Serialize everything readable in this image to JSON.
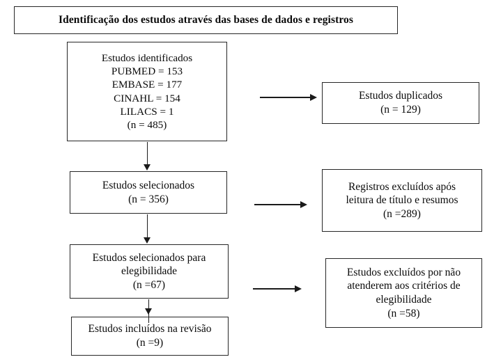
{
  "diagram": {
    "title": "Identificação dos estudos através das bases de dados e registros",
    "header_banner": {
      "label": "Identificação dos estudos através das bases de dados e registros"
    },
    "flow_boxes": {
      "identified": {
        "line1": "Estudos identificados",
        "line2": "PUBMED = 153",
        "line3": "EMBASE = 177",
        "line4": "CINAHL = 154",
        "line5": "LILACS = 1",
        "line6": "(n = 485)"
      },
      "selected": {
        "line1": "Estudos selecionados",
        "line2": "(n = 356)"
      },
      "eligibility": {
        "line1": "Estudos selecionados para",
        "line2": "elegibilidade",
        "line3": "(n =67)"
      },
      "included": {
        "line1": "Estudos incluídos na revisão",
        "line2": "(n =9)"
      }
    },
    "exclusion_boxes": {
      "duplicates": {
        "line1": "Estudos duplicados",
        "line2": "(n = 129)"
      },
      "excluded_title_abstract": {
        "line1": "Registros excluídos após",
        "line2": "leitura de título e resumos",
        "line3": "(n =289)"
      },
      "excluded_criteria": {
        "line1": "Estudos excluídos por não",
        "line2": "atenderem aos critérios de",
        "line3": "elegibilidade",
        "line4": "(n =58)"
      }
    },
    "counts": {
      "pubmed": 153,
      "embase": 177,
      "cinahl": 154,
      "lilacs": 1,
      "identified_total": 485,
      "duplicates": 129,
      "selected": 356,
      "excluded_title_abstract": 289,
      "eligibility": 67,
      "excluded_criteria": 58,
      "included": 9
    },
    "colors": {
      "border": "#262626",
      "connector": "#1a1a1a",
      "text": "#0a0a0a",
      "background": "#ffffff"
    }
  }
}
